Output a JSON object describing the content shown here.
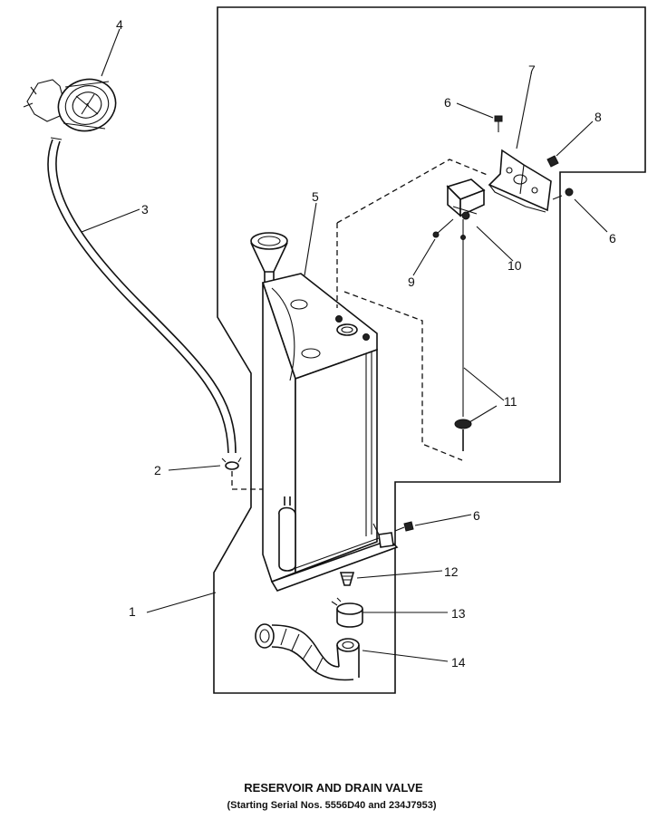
{
  "callouts": {
    "c1": "1",
    "c2": "2",
    "c3": "3",
    "c4": "4",
    "c5": "5",
    "c6a": "6",
    "c6b": "6",
    "c6c": "6",
    "c7": "7",
    "c8": "8",
    "c9": "9",
    "c10": "10",
    "c11": "11",
    "c12": "12",
    "c13": "13",
    "c14": "14"
  },
  "caption": {
    "title": "RESERVOIR AND DRAIN VALVE",
    "subtitle": "(Starting Serial Nos. 5556D40 and 234J7953)"
  }
}
